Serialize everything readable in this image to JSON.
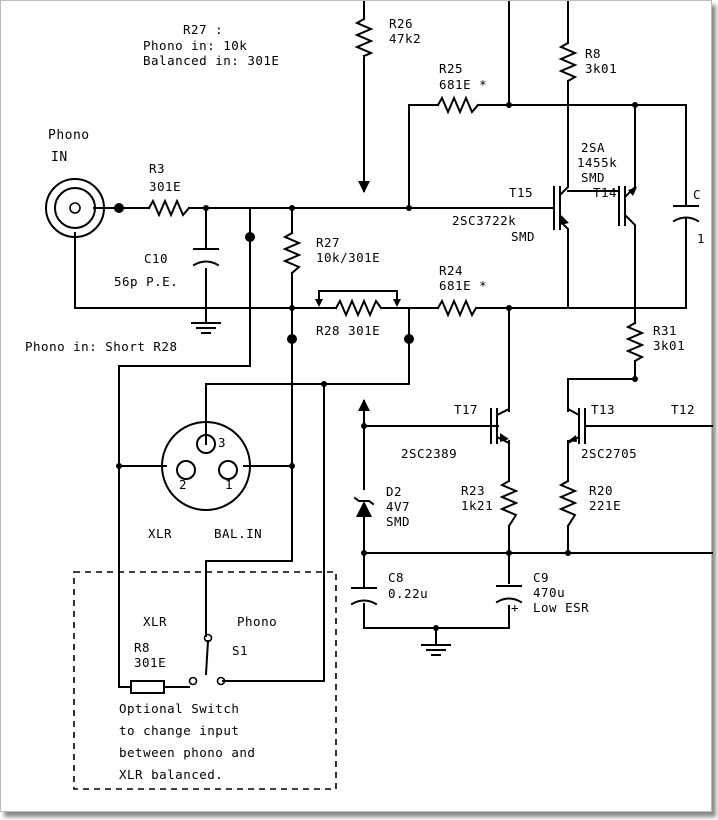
{
  "labels": {
    "r27_note_title": "R27 :",
    "r27_note_phono": "Phono in: 10k",
    "r27_note_bal": "Balanced in: 301E",
    "r26_name": "R26",
    "r26_value": "47k2",
    "r8_top_name": "R8",
    "r8_top_value": "3k01",
    "r25_name": "R25",
    "r25_value": "681E *",
    "phono_line1": "Phono",
    "phono_line2": "IN",
    "r3_name": "R3",
    "r3_value": "301E",
    "c10_name": "C10",
    "c10_value": "56p P.E.",
    "r27_name": "R27",
    "r27_value": "10k/301E",
    "r28_label": "R28 301E",
    "phono_short": "Phono in: Short R28",
    "r24_name": "R24",
    "r24_value": "681E *",
    "q_pair_top": "2SA",
    "q_pair_mid": "1455k",
    "q_pair_bot": "SMD",
    "t15_name": "T15",
    "t14_name": "T14",
    "t15_type": "2SC3722k",
    "t15_pkg": "SMD",
    "c_right": "C",
    "c_right_digit": "1",
    "r31_name": "R31",
    "r31_value": "3k01",
    "t17_name": "T17",
    "t17_type": "2SC2389",
    "t13_name": "T13",
    "t13_type": "2SC2705",
    "t12_name": "T12",
    "d2_name": "D2",
    "d2_value": "4V7",
    "d2_pkg": "SMD",
    "r23_name": "R23",
    "r23_value": "1k21",
    "r20_name": "R20",
    "r20_value": "221E",
    "c8_name": "C8",
    "c8_value": "0.22u",
    "c9_name": "C9",
    "c9_value": "470u",
    "c9_note": "Low ESR",
    "xlr_pin3": "3",
    "xlr_pin2": "2",
    "xlr_pin1": "1",
    "xlr_label": "XLR",
    "bal_in_label": "BAL.IN",
    "sw_xlr": "XLR",
    "sw_phono": "Phono",
    "r8_sw_name": "R8",
    "r8_sw_value": "301E",
    "s1_name": "S1",
    "note_line1": "Optional Switch",
    "note_line2": "to change input",
    "note_line3": "between phono and",
    "note_line4": "XLR balanced."
  }
}
